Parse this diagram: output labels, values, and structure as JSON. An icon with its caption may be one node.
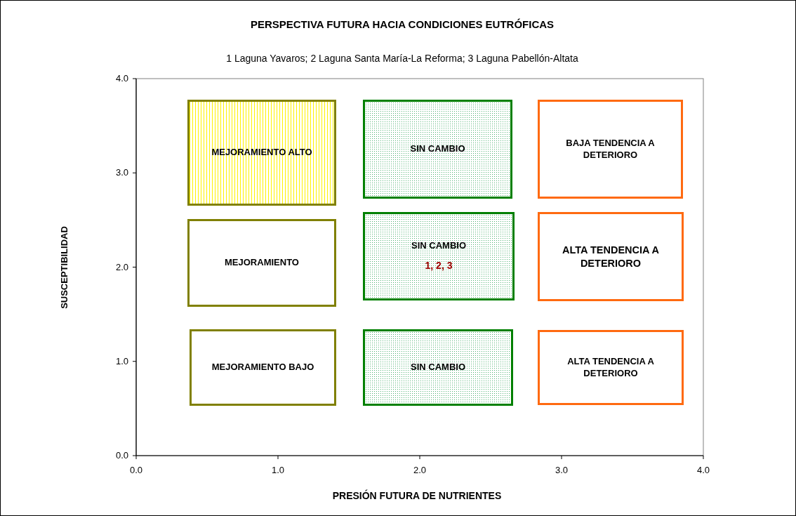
{
  "diagram": {
    "title": "PERSPECTIVA FUTURA HACIA CONDICIONES EUTRÓFICAS",
    "nodes": [
      {
        "text": [
          "MEJORAMIENTO ALTO"
        ]
      },
      {
        "text": [
          "SIN CAMBIO"
        ]
      },
      {
        "text": [
          "BAJA TENDENCIA A DETERIORO"
        ]
      },
      {
        "text": [
          "MEJORAMIENTO"
        ]
      },
      {
        "text": [
          "SIN CAMBIO",
          "1, 2, 3"
        ]
      },
      {
        "text": [
          "ALTA TENDENCIA A DETERIORO"
        ]
      },
      {
        "text": [
          "MEJORAMIENTO BAJO"
        ]
      },
      {
        "text": [
          "SIN CAMBIO"
        ]
      },
      {
        "text": [
          "ALTA TENDENCIA A DETERIORO"
        ]
      }
    ],
    "edges": [],
    "labels": [
      "1 Laguna Yavaros; 2 Laguna Santa María-La Reforma; 3 Laguna Pabellón-Altata",
      "4.0",
      "3.0",
      "SUSCEPTIBILIDAD",
      "2.0",
      "1.0",
      "0.0",
      "0.0",
      "1.0",
      "2.0",
      "3.0",
      "4.0",
      "PRESIÓN FUTURA DE NUTRIENTES"
    ]
  }
}
